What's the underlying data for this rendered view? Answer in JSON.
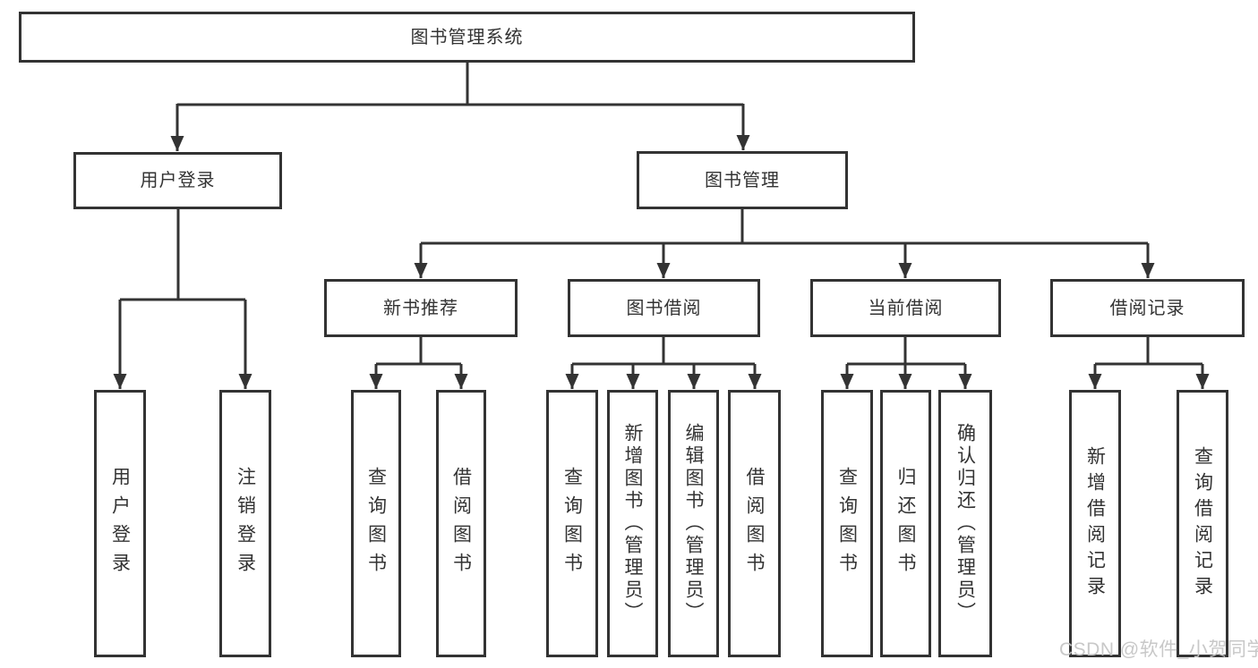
{
  "diagram": {
    "title": "图书管理系统",
    "root": {
      "label": "图书管理系统"
    },
    "branches": [
      {
        "label": "用户登录",
        "children": [
          {
            "label": "用户登录"
          },
          {
            "label": "注销登录"
          }
        ]
      },
      {
        "label": "图书管理",
        "children": [
          {
            "label": "新书推荐",
            "children": [
              {
                "label": "查询图书"
              },
              {
                "label": "借阅图书"
              }
            ]
          },
          {
            "label": "图书借阅",
            "children": [
              {
                "label": "查询图书"
              },
              {
                "label": "新增图书（管理员）"
              },
              {
                "label": "编辑图书（管理员）"
              },
              {
                "label": "借阅图书"
              }
            ]
          },
          {
            "label": "当前借阅",
            "children": [
              {
                "label": "查询图书"
              },
              {
                "label": "归还图书"
              },
              {
                "label": "确认归还（管理员）"
              }
            ]
          },
          {
            "label": "借阅记录",
            "children": [
              {
                "label": "新增借阅记录"
              },
              {
                "label": "查询借阅记录"
              }
            ]
          }
        ]
      }
    ]
  },
  "watermark": {
    "text": "CSDN @软件_小贺同学"
  },
  "colors": {
    "line": "#333333",
    "box_border": "#333333",
    "box_fill": "#ffffff",
    "text": "#333333",
    "watermark": "#c3c3c3",
    "background": "#ffffff"
  }
}
